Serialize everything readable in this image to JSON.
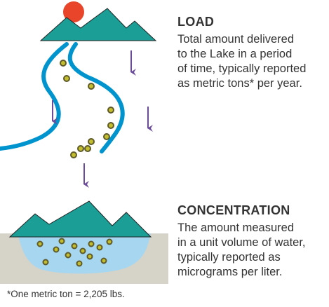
{
  "colors": {
    "text": "#333333",
    "sun": "#e8452a",
    "mountain": "#1a9e96",
    "mountain_outline": "#222222",
    "river": "#0094cf",
    "particle_fill": "#c3be2d",
    "particle_ring": "#5e5a2a",
    "arrow": "#6b4c9a",
    "lake_water": "#a7d7f0",
    "lake_shore": "#d6d3c8"
  },
  "icons": [
    "sun-icon",
    "mountain-icon",
    "river-icon",
    "sediment-particle-icon",
    "down-arrow-icon",
    "lake-basin-icon"
  ],
  "load": {
    "heading": "LOAD",
    "description_lines": [
      "Total amount delivered",
      "to the Lake in a period",
      "of time, typically reported",
      "as metric tons* per year."
    ]
  },
  "concentration": {
    "heading": "CONCENTRATION",
    "description_lines": [
      "The amount measured",
      "in a unit volume of water,",
      "typically reported as",
      "micrograms per liter."
    ]
  },
  "footnote": "*One metric ton =  2,205 lbs."
}
